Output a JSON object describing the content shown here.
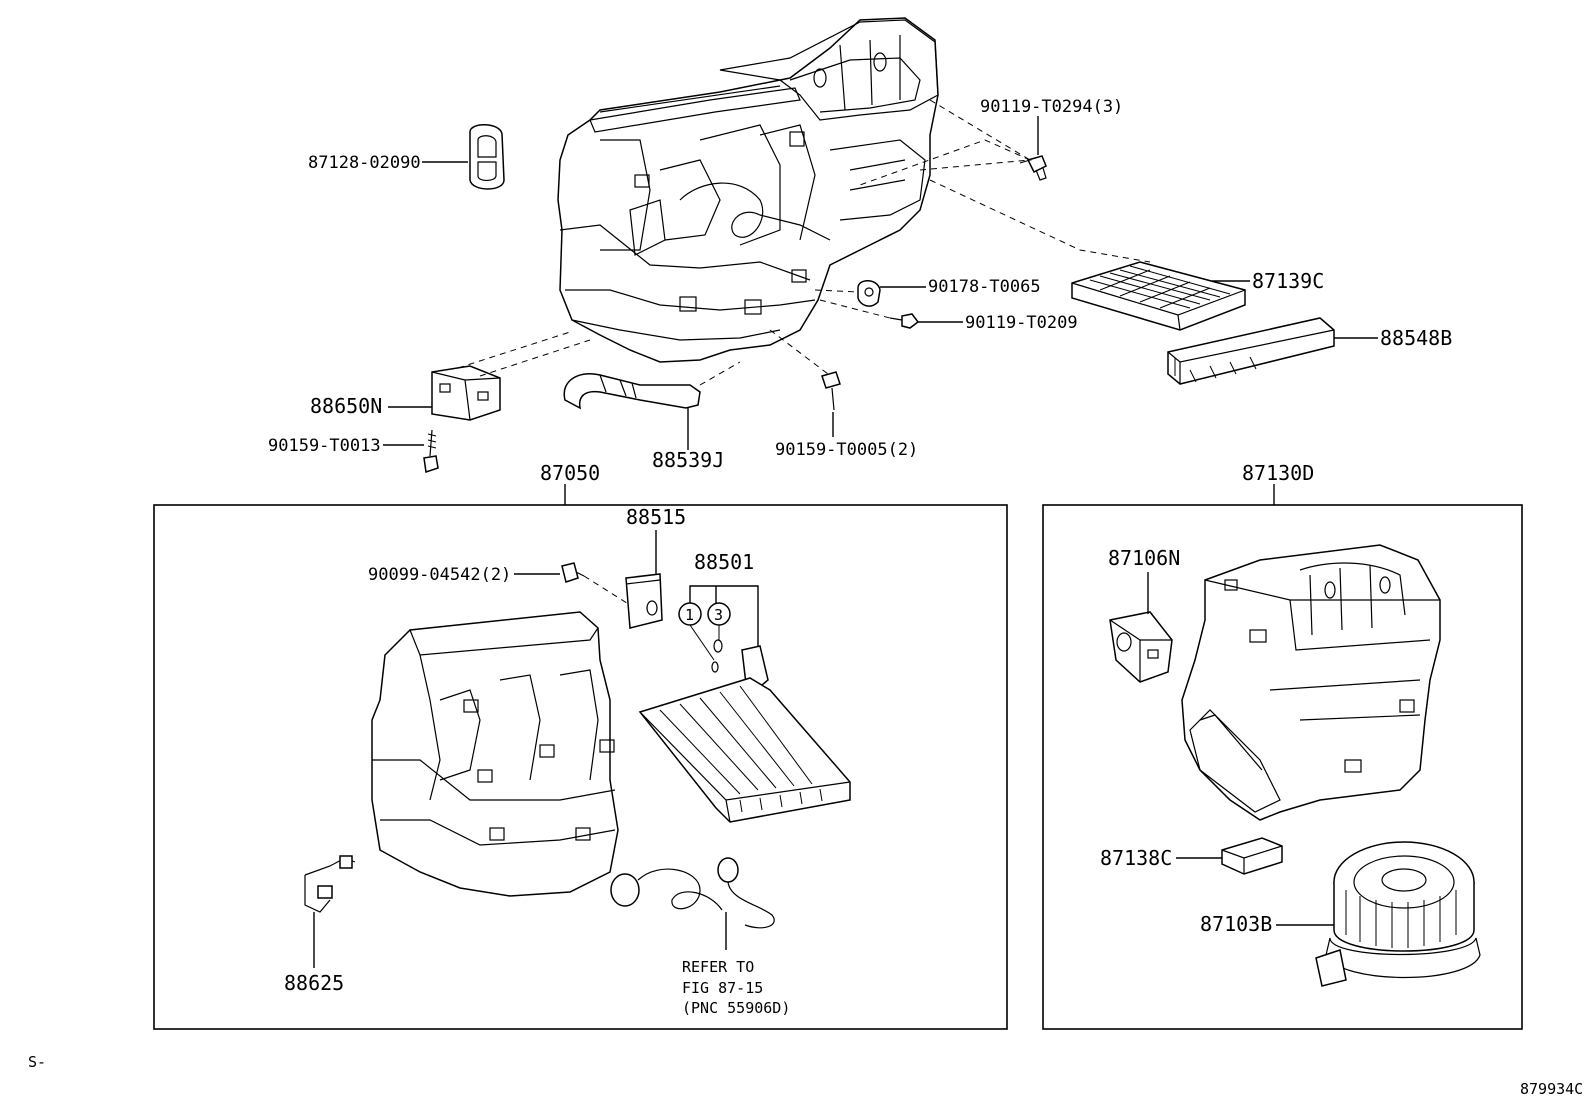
{
  "callouts": {
    "p87128": "87128-02090",
    "p90119a": "90119-T0294(3)",
    "p90178": "90178-T0065",
    "p90119b": "90119-T0209",
    "p87139": "87139C",
    "p88548": "88548B",
    "p88650": "88650N",
    "p90159a": "90159-T0013",
    "p88539": "88539J",
    "p90159b": "90159-T0005(2)",
    "p87050": "87050",
    "p87130": "87130D",
    "p88515": "88515",
    "p90099": "90099-04542(2)",
    "p88501": "88501",
    "ring1": "1",
    "ring3": "3",
    "p88625": "88625",
    "refer": [
      "REFER TO",
      "FIG 87-15",
      "(PNC 55906D)"
    ],
    "p87106": "87106N",
    "p87138": "87138C",
    "p87103": "87103B"
  },
  "footer": {
    "left_mark": "S-",
    "figure_id": "879934C"
  }
}
